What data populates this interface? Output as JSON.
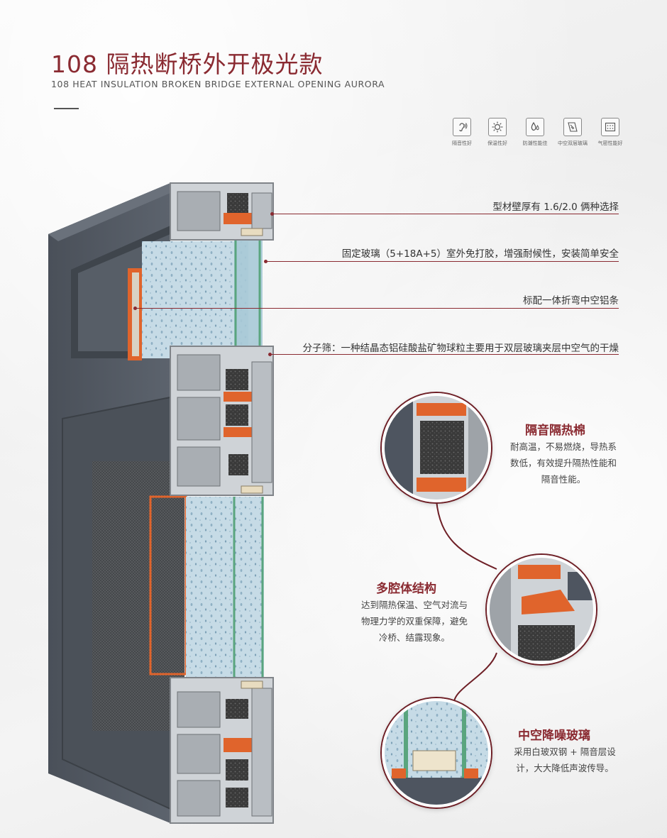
{
  "header": {
    "title": "108 隔热断桥外开极光款",
    "subtitle": "108 HEAT INSULATION BROKEN BRIDGE EXTERNAL OPENING AURORA"
  },
  "features": [
    {
      "icon": "ear-icon",
      "label": "隔音性好"
    },
    {
      "icon": "sun-icon",
      "label": "保温性好"
    },
    {
      "icon": "water-drops-icon",
      "label": "防潮性能佳"
    },
    {
      "icon": "glass-layers-icon",
      "label": "中空双层玻璃"
    },
    {
      "icon": "airtight-grid-icon",
      "label": "气密性能好"
    }
  ],
  "callouts": [
    "型材壁厚有 1.6/2.0 俩种选择",
    "固定玻璃（5+18A+5）室外免打胶，增强耐候性，安装简单安全",
    "标配一体折弯中空铝条",
    "分子筛：一种结晶态铝硅酸盐矿物球粒主要用于双层玻璃夹层中空气的干燥"
  ],
  "details": [
    {
      "title": "隔音隔热棉",
      "lines": [
        "耐高温，不易燃烧，导热系",
        "数低，有效提升隔热性能和",
        "隔音性能。"
      ]
    },
    {
      "title": "多腔体结构",
      "lines": [
        "达到隔热保温、空气对流与",
        "物理力学的双重保障，避免",
        "冷桥、结露现象。"
      ]
    },
    {
      "title": "中空降噪玻璃",
      "lines": [
        "采用白玻双钢 + 隔音层设",
        "计，大大降低声波传导。"
      ]
    }
  ],
  "colors": {
    "accent": "#8a2a31",
    "frame": "#4e5560",
    "thermal_break": "#e0642c",
    "glass": "#bcd6e4"
  }
}
